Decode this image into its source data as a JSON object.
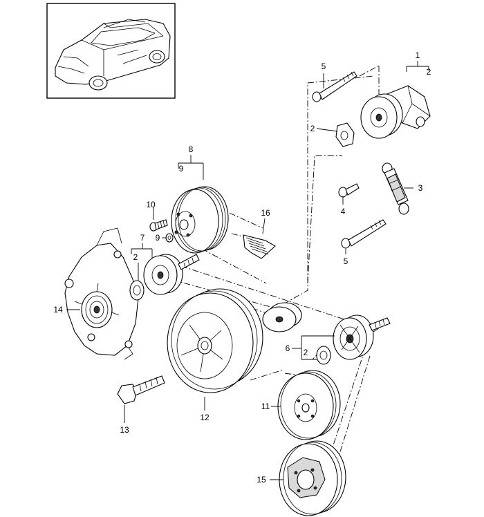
{
  "callouts": [
    {
      "id": "c1",
      "label": "1"
    },
    {
      "id": "c2a",
      "label": "2"
    },
    {
      "id": "c2b",
      "label": "2"
    },
    {
      "id": "c2c",
      "label": "2"
    },
    {
      "id": "c2d",
      "label": "2"
    },
    {
      "id": "c3",
      "label": "3"
    },
    {
      "id": "c4",
      "label": "4"
    },
    {
      "id": "c5a",
      "label": "5"
    },
    {
      "id": "c5b",
      "label": "5"
    },
    {
      "id": "c6",
      "label": "6"
    },
    {
      "id": "c7",
      "label": "7"
    },
    {
      "id": "c8",
      "label": "8"
    },
    {
      "id": "c9a",
      "label": "9"
    },
    {
      "id": "c9b",
      "label": "9"
    },
    {
      "id": "c10",
      "label": "10"
    },
    {
      "id": "c11",
      "label": "11"
    },
    {
      "id": "c12",
      "label": "12"
    },
    {
      "id": "c13",
      "label": "13"
    },
    {
      "id": "c14",
      "label": "14"
    },
    {
      "id": "c15",
      "label": "15"
    },
    {
      "id": "c16",
      "label": "16"
    }
  ]
}
